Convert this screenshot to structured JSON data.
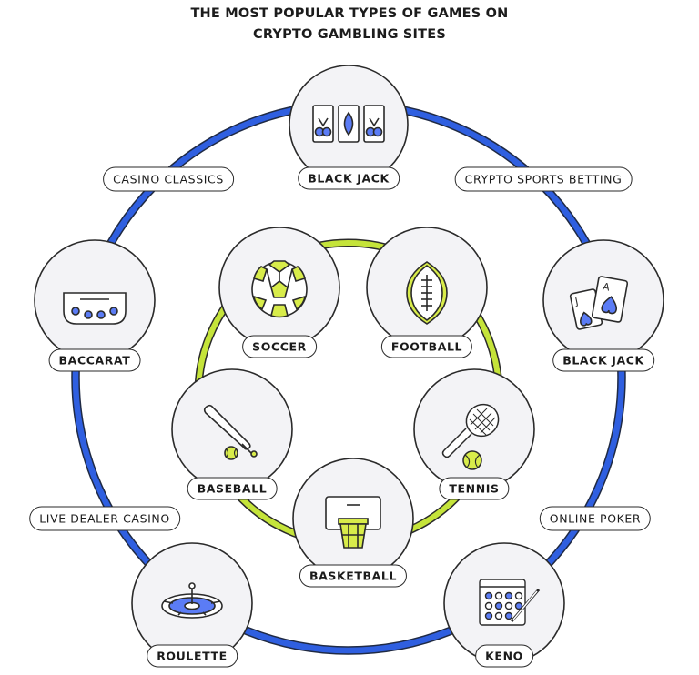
{
  "title": {
    "line1": "THE MOST POPULAR TYPES OF GAMES ON",
    "line2": "CRYPTO GAMBLING SITES"
  },
  "categories": {
    "casino_classics": "CASINO CLASSICS",
    "crypto_sports_betting": "CRYPTO SPORTS BETTING",
    "live_dealer_casino": "LIVE DEALER CASINO",
    "online_poker": "ONLINE POKER"
  },
  "outer_games": {
    "slots": "BLACK JACK",
    "blackjack": "BLACK JACK",
    "baccarat": "BACCARAT",
    "roulette": "ROULETTE",
    "keno": "KENO"
  },
  "sports": {
    "soccer": "SOCCER",
    "football": "FOOTBALL",
    "baseball": "BASEBALL",
    "tennis": "TENNIS",
    "basketball": "BASKETBALL"
  },
  "card_letters": {
    "jack": "J",
    "ace": "A"
  },
  "colors": {
    "outer_ring": "#2f5fe0",
    "inner_ring": "#c5e43a",
    "accent_blue": "#5b7cf5",
    "accent_lime": "#d8ec4a",
    "circle_fill": "#f3f3f6",
    "outline": "#2a2a2a"
  },
  "icons": [
    "slot-machine-icon",
    "card-table-icon",
    "playing-cards-icon",
    "roulette-wheel-icon",
    "keno-card-icon",
    "soccer-ball-icon",
    "american-football-icon",
    "baseball-bat-icon",
    "tennis-racket-icon",
    "basketball-hoop-icon"
  ]
}
